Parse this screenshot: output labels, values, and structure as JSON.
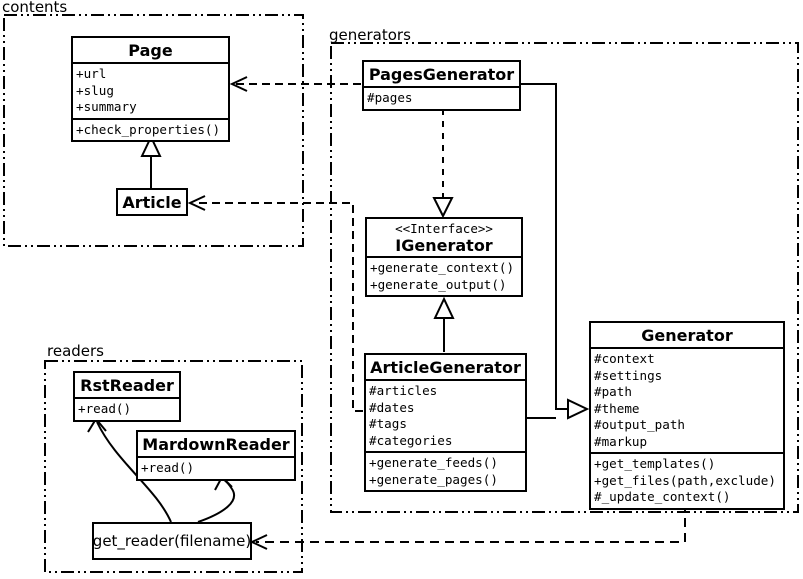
{
  "packages": {
    "contents": {
      "label": "contents"
    },
    "generators": {
      "label": "generators"
    },
    "readers": {
      "label": "readers"
    }
  },
  "classes": {
    "page": {
      "name": "Page",
      "attributes": [
        "+url",
        "+slug",
        "+summary"
      ],
      "methods": [
        "+check_properties()"
      ]
    },
    "article": {
      "name": "Article"
    },
    "pagesGenerator": {
      "name": "PagesGenerator",
      "attributes": [
        "#pages"
      ]
    },
    "iGenerator": {
      "stereotype": "<<Interface>>",
      "name": "IGenerator",
      "methods": [
        "+generate_context()",
        "+generate_output()"
      ]
    },
    "articleGenerator": {
      "name": "ArticleGenerator",
      "attributes": [
        "#articles",
        "#dates",
        "#tags",
        "#categories"
      ],
      "methods": [
        "+generate_feeds()",
        "+generate_pages()"
      ]
    },
    "generator": {
      "name": "Generator",
      "attributes": [
        "#context",
        "#settings",
        "#path",
        "#theme",
        "#output_path",
        "#markup"
      ],
      "methods": [
        "+get_templates()",
        "+get_files(path,exclude)",
        "#_update_context()"
      ]
    },
    "rstReader": {
      "name": "RstReader",
      "methods": [
        "+read()"
      ]
    },
    "mardownReader": {
      "name": "MardownReader",
      "methods": [
        "+read()"
      ]
    },
    "getReader": {
      "name": "get_reader(filename)"
    }
  },
  "relationships": [
    {
      "from": "Article",
      "to": "Page",
      "type": "generalization"
    },
    {
      "from": "PagesGenerator",
      "to": "Page",
      "type": "dependency"
    },
    {
      "from": "ArticleGenerator",
      "to": "Article",
      "type": "dependency"
    },
    {
      "from": "PagesGenerator",
      "to": "IGenerator",
      "type": "realization"
    },
    {
      "from": "ArticleGenerator",
      "to": "IGenerator",
      "type": "generalization"
    },
    {
      "from": "PagesGenerator",
      "to": "Generator",
      "type": "generalization"
    },
    {
      "from": "ArticleGenerator",
      "to": "Generator",
      "type": "generalization"
    },
    {
      "from": "Generator",
      "to": "get_reader(filename)",
      "type": "dependency"
    },
    {
      "from": "get_reader(filename)",
      "to": "RstReader",
      "type": "arrow"
    },
    {
      "from": "get_reader(filename)",
      "to": "MardownReader",
      "type": "arrow"
    }
  ],
  "colors": {
    "stroke": "#000000",
    "background": "#ffffff"
  }
}
